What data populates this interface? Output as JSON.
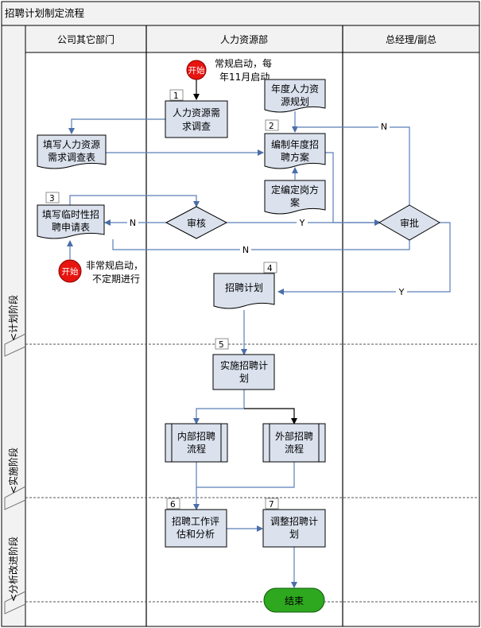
{
  "title": "招聘计划制定流程",
  "columns": {
    "col1": "公司其它部门",
    "col2": "人力资源部",
    "col3": "总经理/副总"
  },
  "phases": {
    "p1": "<计划阶段",
    "p2": "<实施阶段",
    "p3": "<分析改进阶段"
  },
  "nodes": {
    "start_main": "开始",
    "start_main_note_1": "常规启动，每",
    "start_main_note_2": "年11月启动",
    "n1_num": "1",
    "n1_l1": "人力资源需",
    "n1_l2": "求调查",
    "annual_doc_l1": "年度人力资",
    "annual_doc_l2": "源规划",
    "n2_num": "2",
    "n2_l1": "编制年度招",
    "n2_l2": "聘方案",
    "survey_doc_l1": "填写人力资源",
    "survey_doc_l2": "需求调查表",
    "post_plan_l1": "定编定岗方",
    "post_plan_l2": "案",
    "n3_num": "3",
    "n3_l1": "填写临时性招",
    "n3_l2": "聘申请表",
    "review": "审核",
    "approve": "审批",
    "start_side": "开始",
    "start_side_note_1": "非常规启动，",
    "start_side_note_2": "不定期进行",
    "n4_num": "4",
    "n4_label": "招聘计划",
    "n5_num": "5",
    "n5_l1": "实施招聘计",
    "n5_l2": "划",
    "internal_l1": "内部招聘",
    "internal_l2": "流程",
    "external_l1": "外部招聘",
    "external_l2": "流程",
    "n6_num": "6",
    "n6_l1": "招聘工作评",
    "n6_l2": "估和分析",
    "n7_num": "7",
    "n7_l1": "调整招聘计",
    "n7_l2": "划",
    "end": "结束"
  },
  "edge_labels": {
    "n_review": "N",
    "y_review": "Y",
    "n_approve_top": "N",
    "n_approve_back": "N",
    "y_approve": "Y"
  },
  "colors": {
    "box_fill": "#dbe2ee",
    "connector": "#5b7fb8",
    "start_red": "#e8140f",
    "end_green": "#2ea81f",
    "header_fill": "#f2f2f2"
  }
}
